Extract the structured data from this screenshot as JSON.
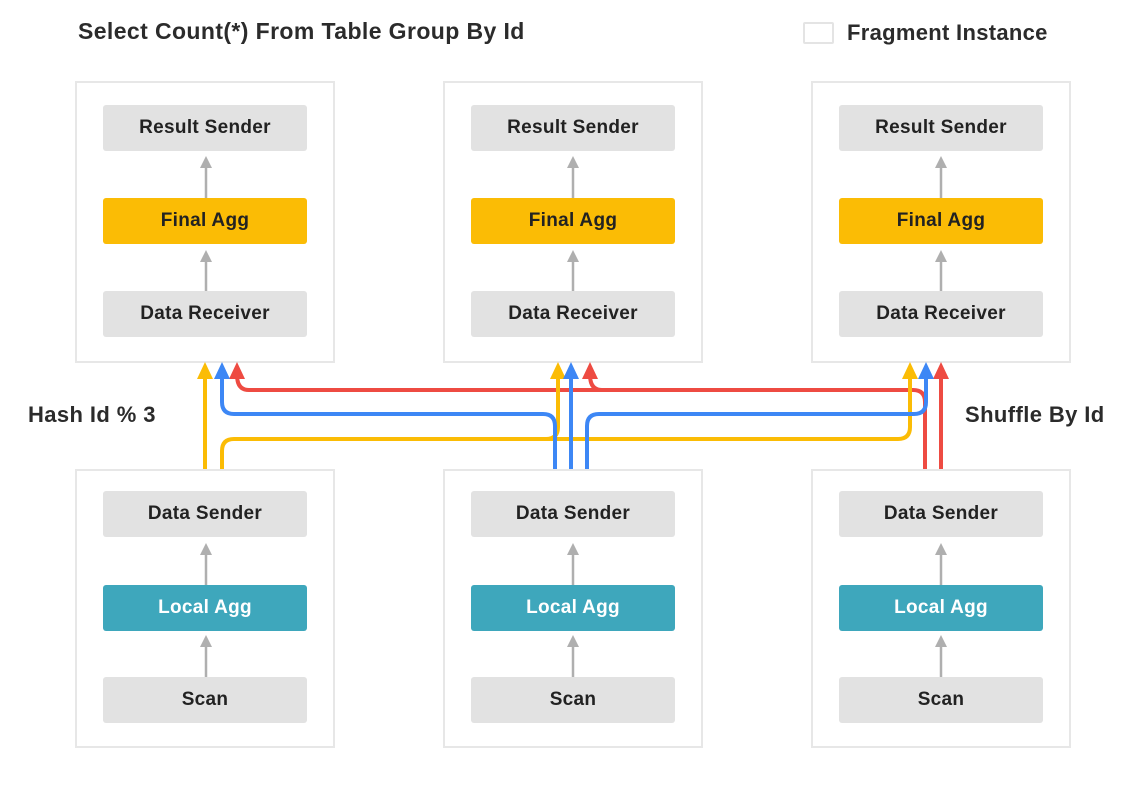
{
  "title": "Select Count(*) From Table Group By Id",
  "legend": {
    "label": "Fragment Instance"
  },
  "labels": {
    "left": "Hash Id % 3",
    "right": "Shuffle By Id"
  },
  "colors": {
    "yellow": "#fbbc05",
    "blue": "#3d87f5",
    "red": "#ee4b42",
    "teal": "#3ea7bc",
    "node_gray": "#e2e2e2",
    "arrow_gray": "#afafaf",
    "fragment_border": "#e7e7e7",
    "text": "#2b2b2b"
  },
  "fragments": {
    "top": [
      {
        "nodes": [
          {
            "label": "Result Sender"
          },
          {
            "label": "Final Agg"
          },
          {
            "label": "Data Receiver"
          }
        ]
      },
      {
        "nodes": [
          {
            "label": "Result Sender"
          },
          {
            "label": "Final Agg"
          },
          {
            "label": "Data Receiver"
          }
        ]
      },
      {
        "nodes": [
          {
            "label": "Result Sender"
          },
          {
            "label": "Final Agg"
          },
          {
            "label": "Data Receiver"
          }
        ]
      }
    ],
    "bottom": [
      {
        "nodes": [
          {
            "label": "Data Sender"
          },
          {
            "label": "Local Agg"
          },
          {
            "label": "Scan"
          }
        ]
      },
      {
        "nodes": [
          {
            "label": "Data Sender"
          },
          {
            "label": "Local Agg"
          },
          {
            "label": "Scan"
          }
        ]
      },
      {
        "nodes": [
          {
            "label": "Data Sender"
          },
          {
            "label": "Local Agg"
          },
          {
            "label": "Scan"
          }
        ]
      }
    ]
  }
}
